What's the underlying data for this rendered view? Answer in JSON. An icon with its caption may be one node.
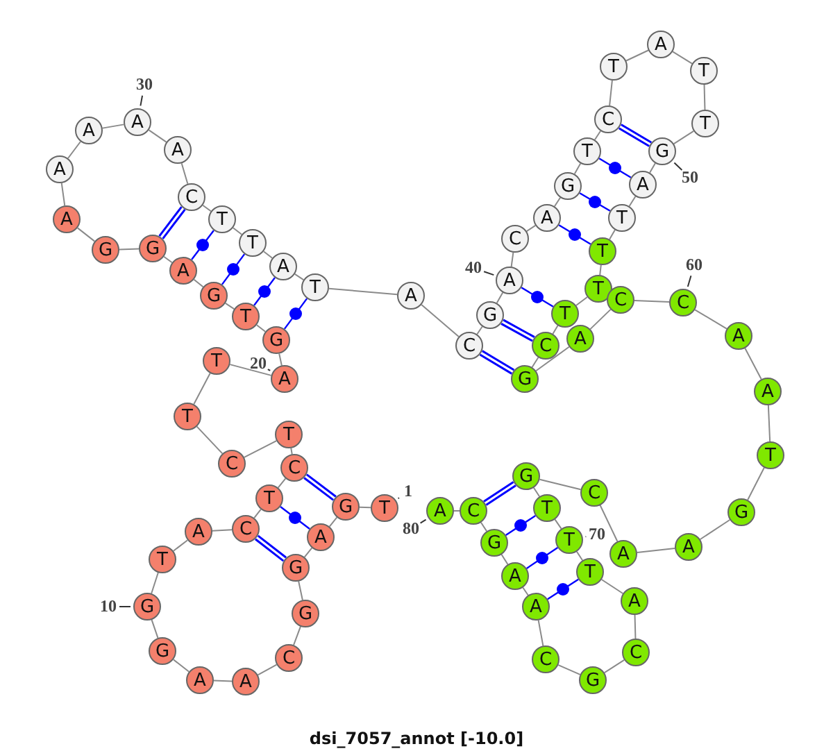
{
  "diagram": {
    "caption": "dsi_7057_annot [-10.0]",
    "nodes": [
      {
        "text": [
          "T"
        ],
        "beside": [
          "1"
        ]
      },
      {
        "text": [
          "G"
        ]
      },
      {
        "text": [
          "A"
        ]
      },
      {
        "text": [
          "G"
        ]
      },
      {
        "text": [
          "G"
        ]
      },
      {
        "text": [
          "C"
        ]
      },
      {
        "text": [
          "A"
        ]
      },
      {
        "text": [
          "A"
        ]
      },
      {
        "text": [
          "G"
        ]
      },
      {
        "text": [
          "G"
        ],
        "beside": [
          "10"
        ]
      },
      {
        "text": [
          "T"
        ]
      },
      {
        "text": [
          "A"
        ]
      },
      {
        "text": [
          "C"
        ]
      },
      {
        "text": [
          "T"
        ]
      },
      {
        "text": [
          "C"
        ]
      },
      {
        "text": [
          "T"
        ]
      },
      {
        "text": [
          "C"
        ]
      },
      {
        "text": [
          "T"
        ]
      },
      {
        "text": [
          "T"
        ]
      },
      {
        "text": [
          "A"
        ],
        "beside": [
          "20"
        ]
      },
      {
        "text": [
          "G"
        ]
      },
      {
        "text": [
          "T"
        ]
      },
      {
        "text": [
          "G"
        ]
      },
      {
        "text": [
          "A"
        ]
      },
      {
        "text": [
          "G"
        ]
      },
      {
        "text": [
          "G"
        ]
      },
      {
        "text": [
          "A"
        ]
      },
      {
        "text": [
          "A"
        ]
      },
      {
        "text": [
          "A"
        ]
      },
      {
        "text": [
          "A"
        ],
        "beside": [
          "30"
        ]
      },
      {
        "text": [
          "A"
        ]
      },
      {
        "text": [
          "C"
        ]
      },
      {
        "text": [
          "T"
        ]
      },
      {
        "text": [
          "T"
        ]
      },
      {
        "text": [
          "A"
        ]
      },
      {
        "text": [
          "T"
        ]
      },
      {
        "text": [
          "A"
        ]
      },
      {
        "text": [
          "C"
        ]
      },
      {
        "text": [
          "G"
        ]
      },
      {
        "text": [
          "A"
        ],
        "beside": [
          "40"
        ]
      },
      {
        "text": [
          "C"
        ]
      },
      {
        "text": [
          "A"
        ]
      },
      {
        "text": [
          "G"
        ]
      },
      {
        "text": [
          "T"
        ]
      },
      {
        "text": [
          "C"
        ]
      },
      {
        "text": [
          "T"
        ]
      },
      {
        "text": [
          "A"
        ]
      },
      {
        "text": [
          "T"
        ]
      },
      {
        "text": [
          "T"
        ]
      },
      {
        "text": [
          "G"
        ],
        "beside": [
          "50"
        ]
      },
      {
        "text": [
          "A"
        ]
      },
      {
        "text": [
          "T"
        ]
      },
      {
        "text": [
          "T"
        ]
      },
      {
        "text": [
          "T"
        ]
      },
      {
        "text": [
          "T"
        ]
      },
      {
        "text": [
          "C"
        ]
      },
      {
        "text": [
          "G"
        ]
      },
      {
        "text": [
          "A"
        ]
      },
      {
        "text": [
          "C"
        ]
      },
      {
        "text": [
          "C"
        ],
        "beside": [
          "60"
        ]
      },
      {
        "text": [
          "A"
        ]
      },
      {
        "text": [
          "A"
        ]
      },
      {
        "text": [
          "T"
        ]
      },
      {
        "text": [
          "G"
        ]
      },
      {
        "text": [
          "A"
        ]
      },
      {
        "text": [
          "A"
        ]
      },
      {
        "text": [
          "C"
        ]
      },
      {
        "text": [
          "G"
        ]
      },
      {
        "text": [
          "T"
        ]
      },
      {
        "text": [
          "T"
        ],
        "beside": [
          "70"
        ]
      },
      {
        "text": [
          "T"
        ]
      },
      {
        "text": [
          "A"
        ]
      },
      {
        "text": [
          "C"
        ]
      },
      {
        "text": [
          "G"
        ]
      },
      {
        "text": [
          "C"
        ]
      },
      {
        "text": [
          "A"
        ]
      },
      {
        "text": [
          "A"
        ]
      },
      {
        "text": [
          "G"
        ]
      },
      {
        "text": [
          "C"
        ]
      },
      {
        "text": [
          "A"
        ],
        "beside": [
          "80"
        ]
      }
    ],
    "edges": [
      {
        "from": 0,
        "to": 1,
        "arrow": "none"
      },
      {
        "from": 1,
        "to": 2,
        "arrow": "none"
      },
      {
        "from": 2,
        "to": 3,
        "arrow": "none"
      },
      {
        "from": 3,
        "to": 4,
        "arrow": "none"
      },
      {
        "from": 4,
        "to": 5,
        "arrow": "none"
      },
      {
        "from": 5,
        "to": 6,
        "arrow": "none"
      },
      {
        "from": 6,
        "to": 7,
        "arrow": "none"
      },
      {
        "from": 7,
        "to": 8,
        "arrow": "none"
      },
      {
        "from": 8,
        "to": 9,
        "arrow": "none"
      },
      {
        "from": 9,
        "to": 10,
        "arrow": "none"
      },
      {
        "from": 10,
        "to": 11,
        "arrow": "none"
      },
      {
        "from": 11,
        "to": 12,
        "arrow": "none"
      },
      {
        "from": 12,
        "to": 13,
        "arrow": "none"
      },
      {
        "from": 13,
        "to": 14,
        "arrow": "none"
      },
      {
        "from": 14,
        "to": 15,
        "arrow": "none"
      },
      {
        "from": 15,
        "to": 16,
        "arrow": "none"
      },
      {
        "from": 16,
        "to": 17,
        "arrow": "none"
      },
      {
        "from": 17,
        "to": 18,
        "arrow": "none"
      },
      {
        "from": 18,
        "to": 19,
        "arrow": "none"
      },
      {
        "from": 19,
        "to": 20,
        "arrow": "none"
      },
      {
        "from": 20,
        "to": 21,
        "arrow": "none"
      },
      {
        "from": 21,
        "to": 22,
        "arrow": "none"
      },
      {
        "from": 22,
        "to": 23,
        "arrow": "none"
      },
      {
        "from": 23,
        "to": 24,
        "arrow": "none"
      },
      {
        "from": 24,
        "to": 25,
        "arrow": "none"
      },
      {
        "from": 25,
        "to": 26,
        "arrow": "none"
      },
      {
        "from": 26,
        "to": 27,
        "arrow": "none"
      },
      {
        "from": 27,
        "to": 28,
        "arrow": "none"
      },
      {
        "from": 28,
        "to": 29,
        "arrow": "none"
      },
      {
        "from": 29,
        "to": 30,
        "arrow": "none"
      },
      {
        "from": 30,
        "to": 31,
        "arrow": "none"
      },
      {
        "from": 31,
        "to": 32,
        "arrow": "none"
      },
      {
        "from": 32,
        "to": 33,
        "arrow": "none"
      },
      {
        "from": 33,
        "to": 34,
        "arrow": "none"
      },
      {
        "from": 34,
        "to": 35,
        "arrow": "none"
      },
      {
        "from": 35,
        "to": 36,
        "arrow": "none"
      },
      {
        "from": 36,
        "to": 37,
        "arrow": "none"
      },
      {
        "from": 37,
        "to": 38,
        "arrow": "none"
      },
      {
        "from": 38,
        "to": 39,
        "arrow": "none"
      },
      {
        "from": 39,
        "to": 40,
        "arrow": "none"
      },
      {
        "from": 40,
        "to": 41,
        "arrow": "none"
      },
      {
        "from": 41,
        "to": 42,
        "arrow": "none"
      },
      {
        "from": 42,
        "to": 43,
        "arrow": "none"
      },
      {
        "from": 43,
        "to": 44,
        "arrow": "none"
      },
      {
        "from": 44,
        "to": 45,
        "arrow": "none"
      },
      {
        "from": 45,
        "to": 46,
        "arrow": "none"
      },
      {
        "from": 46,
        "to": 47,
        "arrow": "none"
      },
      {
        "from": 47,
        "to": 48,
        "arrow": "none"
      },
      {
        "from": 48,
        "to": 49,
        "arrow": "none"
      },
      {
        "from": 49,
        "to": 50,
        "arrow": "none"
      },
      {
        "from": 50,
        "to": 51,
        "arrow": "none"
      },
      {
        "from": 51,
        "to": 52,
        "arrow": "none"
      },
      {
        "from": 52,
        "to": 53,
        "arrow": "none"
      },
      {
        "from": 53,
        "to": 54,
        "arrow": "none"
      },
      {
        "from": 54,
        "to": 55,
        "arrow": "none"
      },
      {
        "from": 55,
        "to": 56,
        "arrow": "none"
      },
      {
        "from": 56,
        "to": 57,
        "arrow": "none"
      },
      {
        "from": 57,
        "to": 58,
        "arrow": "none"
      },
      {
        "from": 58,
        "to": 59,
        "arrow": "none"
      },
      {
        "from": 59,
        "to": 60,
        "arrow": "none"
      },
      {
        "from": 60,
        "to": 61,
        "arrow": "none"
      },
      {
        "from": 61,
        "to": 62,
        "arrow": "none"
      },
      {
        "from": 62,
        "to": 63,
        "arrow": "none"
      },
      {
        "from": 63,
        "to": 64,
        "arrow": "none"
      },
      {
        "from": 64,
        "to": 65,
        "arrow": "none"
      },
      {
        "from": 65,
        "to": 66,
        "arrow": "none"
      },
      {
        "from": 66,
        "to": 67,
        "arrow": "none"
      },
      {
        "from": 67,
        "to": 68,
        "arrow": "none"
      },
      {
        "from": 68,
        "to": 69,
        "arrow": "none"
      },
      {
        "from": 69,
        "to": 70,
        "arrow": "none"
      },
      {
        "from": 70,
        "to": 71,
        "arrow": "none"
      },
      {
        "from": 71,
        "to": 72,
        "arrow": "none"
      },
      {
        "from": 72,
        "to": 73,
        "arrow": "none"
      },
      {
        "from": 73,
        "to": 74,
        "arrow": "none"
      },
      {
        "from": 74,
        "to": 75,
        "arrow": "none"
      },
      {
        "from": 75,
        "to": 76,
        "arrow": "none"
      },
      {
        "from": 76,
        "to": 77,
        "arrow": "none"
      },
      {
        "from": 77,
        "to": 78,
        "arrow": "none"
      },
      {
        "from": 78,
        "to": 79,
        "arrow": "none"
      },
      {
        "from": 1,
        "to": 14,
        "arrow": "none",
        "style": "thick",
        "color": "#0000ff"
      },
      {
        "from": 2,
        "to": 13,
        "arrow": "none",
        "color": "#0000ff"
      },
      {
        "from": 3,
        "to": 12,
        "arrow": "none",
        "style": "thick",
        "color": "#0000ff"
      },
      {
        "from": 24,
        "to": 31,
        "arrow": "none",
        "style": "thick",
        "color": "#0000ff"
      },
      {
        "from": 23,
        "to": 32,
        "arrow": "none",
        "color": "#0000ff"
      },
      {
        "from": 22,
        "to": 33,
        "arrow": "none",
        "color": "#0000ff"
      },
      {
        "from": 21,
        "to": 34,
        "arrow": "none",
        "color": "#0000ff"
      },
      {
        "from": 20,
        "to": 35,
        "arrow": "none",
        "color": "#0000ff"
      },
      {
        "from": 44,
        "to": 49,
        "arrow": "none",
        "style": "thick",
        "color": "#0000ff"
      },
      {
        "from": 43,
        "to": 50,
        "arrow": "none",
        "color": "#0000ff"
      },
      {
        "from": 42,
        "to": 51,
        "arrow": "none",
        "color": "#0000ff"
      },
      {
        "from": 41,
        "to": 52,
        "arrow": "none",
        "color": "#0000ff"
      },
      {
        "from": 39,
        "to": 54,
        "arrow": "none",
        "color": "#0000ff"
      },
      {
        "from": 38,
        "to": 55,
        "arrow": "none",
        "style": "thick",
        "color": "#0000ff"
      },
      {
        "from": 37,
        "to": 56,
        "arrow": "none",
        "style": "thick",
        "color": "#0000ff"
      },
      {
        "from": 78,
        "to": 67,
        "arrow": "none",
        "style": "thick",
        "color": "#0000ff"
      },
      {
        "from": 77,
        "to": 68,
        "arrow": "none",
        "color": "#0000ff"
      },
      {
        "from": 76,
        "to": 69,
        "arrow": "none",
        "color": "#0000ff"
      },
      {
        "from": 75,
        "to": 70,
        "arrow": "none",
        "color": "#0000ff"
      }
    ]
  }
}
